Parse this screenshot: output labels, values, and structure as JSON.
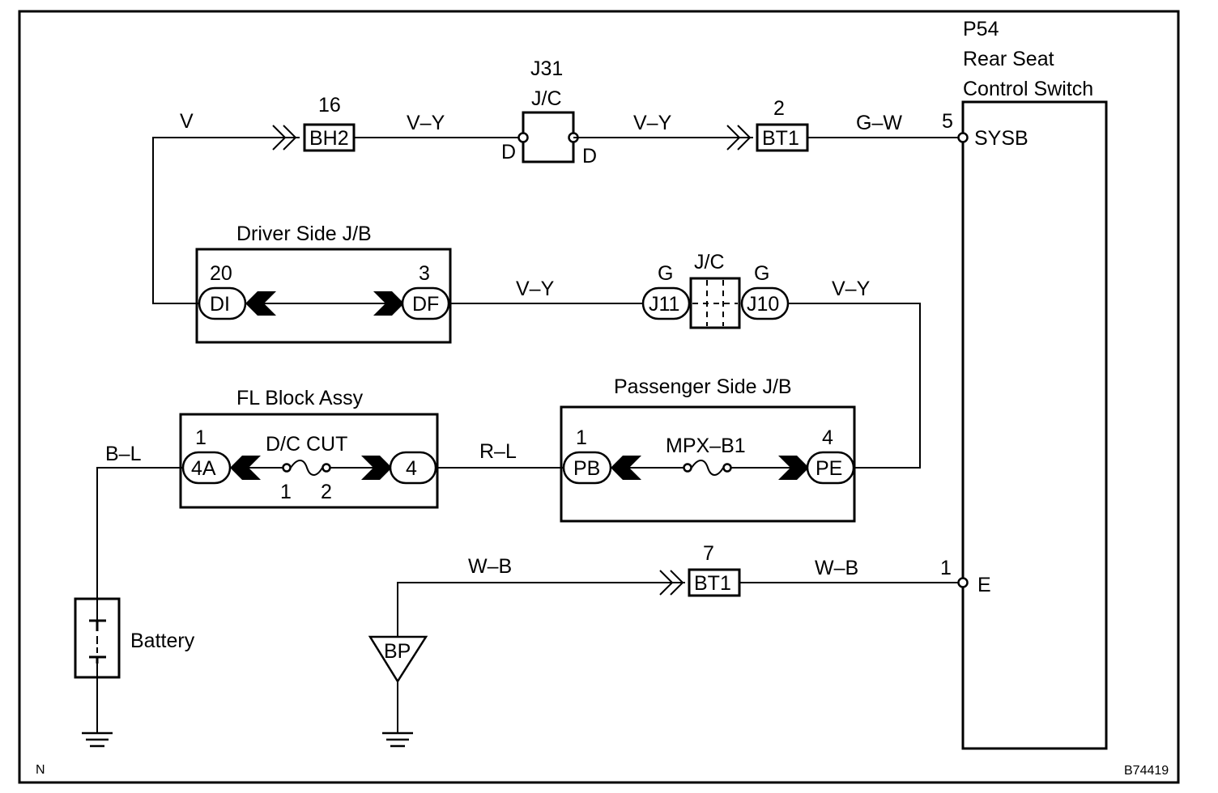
{
  "frame": {
    "corner_left": "N",
    "corner_right": "B74419"
  },
  "switch": {
    "code": "P54",
    "name_line1": "Rear Seat",
    "name_line2": "Control Switch",
    "pin_top_num": "5",
    "pin_top_name": "SYSB",
    "pin_bottom_num": "1",
    "pin_bottom_name": "E"
  },
  "top_run": {
    "wire1": "V",
    "bh2_pin": "16",
    "bh2": "BH2",
    "wire2": "V–Y",
    "j31_code": "J31",
    "j31_type": "J/C",
    "j31_left": "D",
    "j31_right": "D",
    "wire3": "V–Y",
    "bt1_pin": "2",
    "bt1": "BT1",
    "wire4": "G–W"
  },
  "driver_jb": {
    "title": "Driver Side J/B",
    "left_pin": "20",
    "left_conn": "DI",
    "right_pin": "3",
    "right_conn": "DF",
    "wire": "V–Y"
  },
  "jc_mid": {
    "type": "J/C",
    "left_pin": "G",
    "left_conn": "J11",
    "right_pin": "G",
    "right_conn": "J10",
    "wire_out": "V–Y"
  },
  "fl_block": {
    "title": "FL Block Assy",
    "left_pin": "1",
    "left_conn": "4A",
    "fuse": "D/C CUT",
    "fuse_pin1": "1",
    "fuse_pin2": "2",
    "right_conn": "4",
    "wire_in": "B–L",
    "wire_out": "R–L"
  },
  "passenger_jb": {
    "title": "Passenger Side J/B",
    "left_pin": "1",
    "left_conn": "PB",
    "fuse": "MPX–B1",
    "right_pin": "4",
    "right_conn": "PE"
  },
  "ground_run": {
    "wire1": "W–B",
    "bt1_pin": "7",
    "bt1": "BT1",
    "wire2": "W–B",
    "ground_point": "BP"
  },
  "battery": {
    "label": "Battery"
  }
}
